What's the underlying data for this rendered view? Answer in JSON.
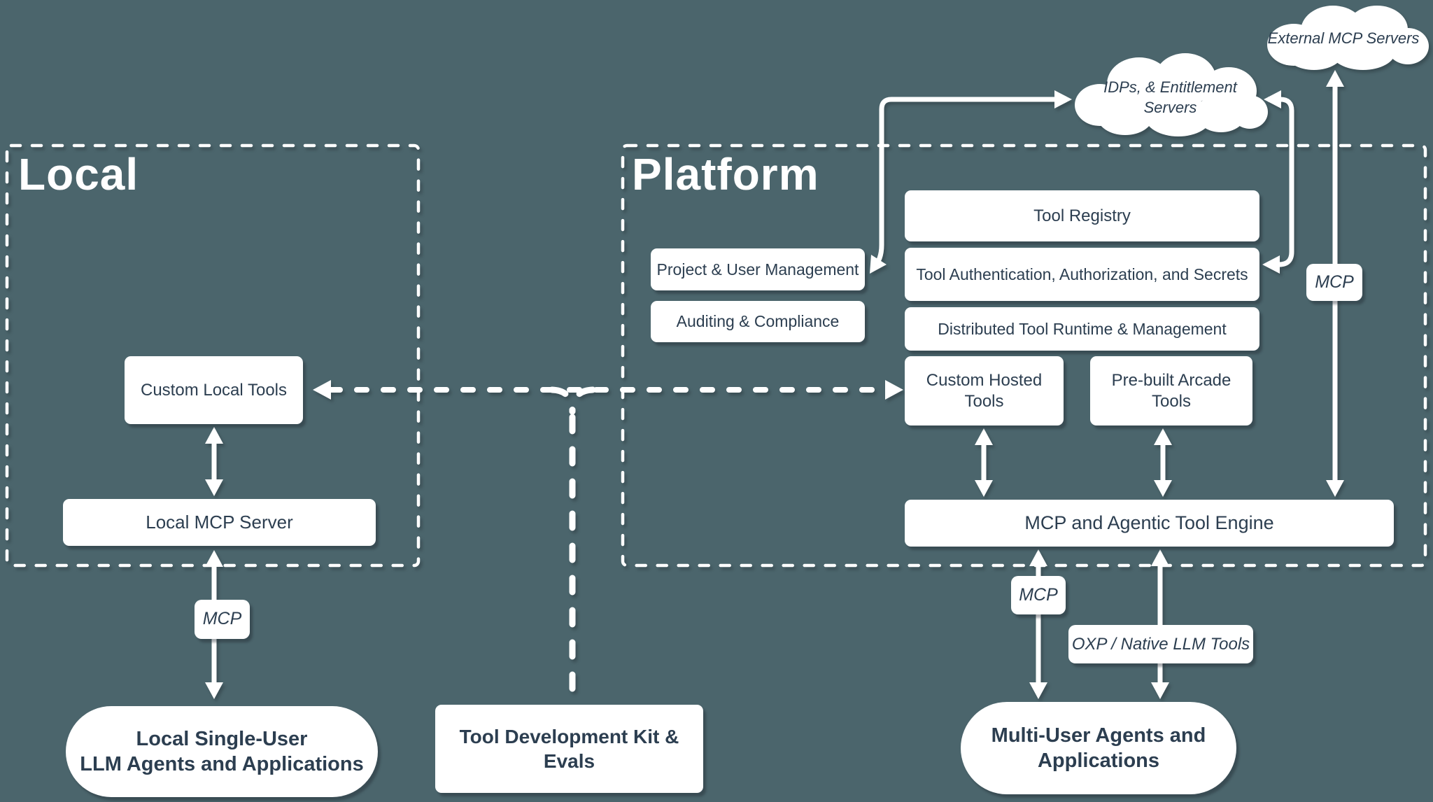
{
  "titles": {
    "local": "Local",
    "platform": "Platform"
  },
  "clouds": {
    "external": {
      "label": "External MCP Servers"
    },
    "idps": {
      "line1": "IDPs, & Entitlement",
      "line2": "Servers"
    }
  },
  "nodes": {
    "custom_local_tools": {
      "label": "Custom Local Tools"
    },
    "local_mcp_server": {
      "label": "Local MCP Server"
    },
    "tool_registry": {
      "label": "Tool Registry"
    },
    "tool_authentication": {
      "label": "Tool Authentication, Authorization, and Secrets"
    },
    "distributed_runtime": {
      "label": "Distributed Tool Runtime & Management"
    },
    "project_user_management": {
      "label": "Project & User Management"
    },
    "auditing_compliance": {
      "label": "Auditing & Compliance"
    },
    "custom_hosted_tools": {
      "label": "Custom Hosted Tools"
    },
    "prebuilt_arcade_tools": {
      "label": "Pre-built Arcade Tools"
    },
    "mcp_engine": {
      "label": "MCP and Agentic Tool Engine"
    },
    "tool_dev_kit": {
      "label": "Tool Development Kit & Evals"
    },
    "local_agents": {
      "line1": "Local Single-User",
      "line2": "LLM Agents and Applications"
    },
    "multi_user_agents": {
      "line1": "Multi-User Agents and",
      "line2": "Applications"
    }
  },
  "edge_labels": {
    "local_mcp": "MCP",
    "external_mcp": "MCP",
    "engine_mcp": "MCP",
    "oxp": "OXP / Native LLM Tools"
  },
  "colors": {
    "background": "#4B656C",
    "box_fill": "#FFFFFF",
    "box_text": "#2C3E50",
    "line": "#FFFFFF"
  },
  "edges": [
    {
      "from": "custom-local-tools",
      "to": "local-mcp-server",
      "style": "solid",
      "bidirectional": true
    },
    {
      "from": "local-mcp-server",
      "to": "local-agents",
      "style": "solid",
      "bidirectional": true,
      "label": "MCP"
    },
    {
      "from": "custom-local-tools",
      "to": "custom-hosted-tools",
      "style": "dashed",
      "bidirectional": true
    },
    {
      "from": "tool-dev-kit",
      "to": "custom-tools-dashed-link",
      "style": "dashed",
      "bidirectional": false
    },
    {
      "from": "project-user-management",
      "to": "idps-cloud",
      "style": "solid",
      "bidirectional": true
    },
    {
      "from": "tool-authentication",
      "to": "idps-cloud",
      "style": "solid",
      "bidirectional": true
    },
    {
      "from": "mcp-engine",
      "to": "external-mcp-servers-cloud",
      "style": "solid",
      "bidirectional": true,
      "label": "MCP"
    },
    {
      "from": "custom-hosted-tools",
      "to": "mcp-engine",
      "style": "solid",
      "bidirectional": true
    },
    {
      "from": "prebuilt-arcade-tools",
      "to": "mcp-engine",
      "style": "solid",
      "bidirectional": true
    },
    {
      "from": "mcp-engine",
      "to": "multi-user-agents",
      "style": "solid",
      "bidirectional": true,
      "label": "MCP"
    },
    {
      "from": "mcp-engine",
      "to": "multi-user-agents",
      "style": "solid",
      "bidirectional": true,
      "label": "OXP / Native LLM Tools"
    }
  ]
}
